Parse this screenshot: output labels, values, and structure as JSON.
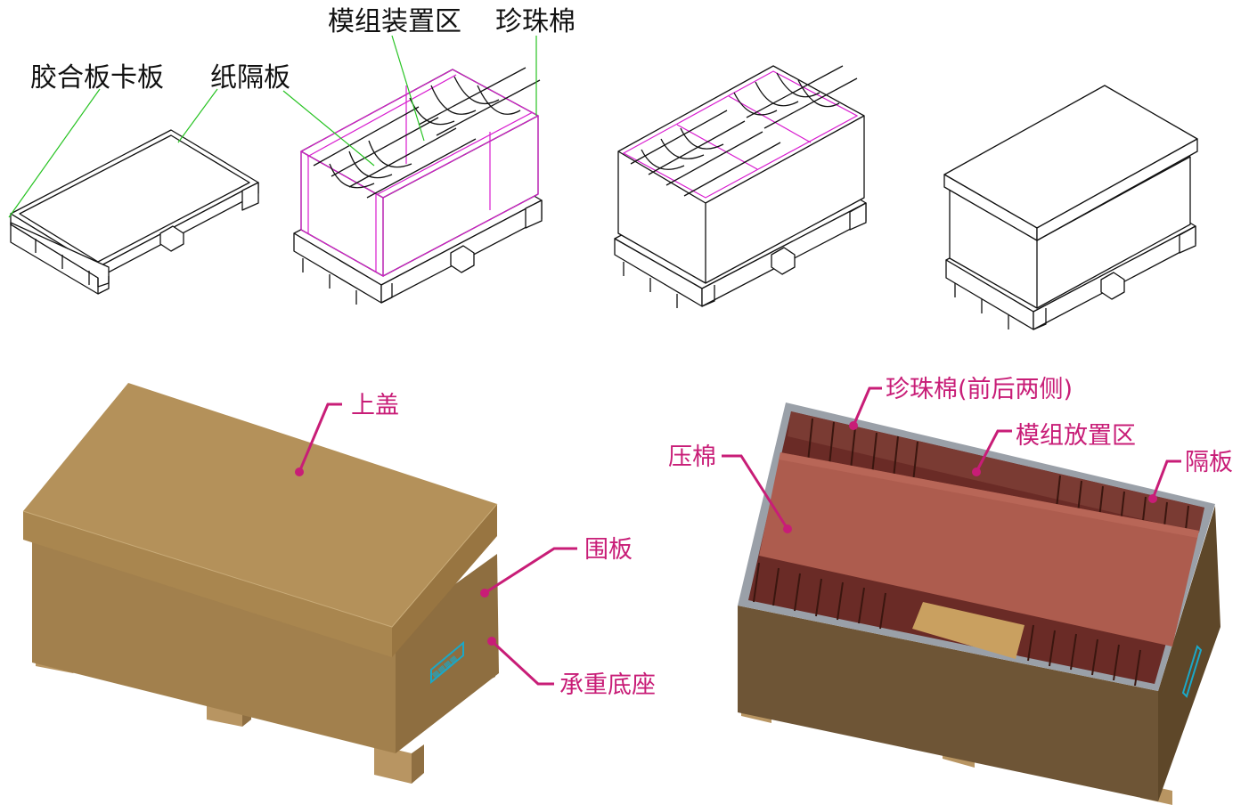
{
  "top_labels": {
    "plywood_card": "胶合板卡板",
    "paper_divider": "纸隔板",
    "module_area": "模组装置区",
    "pearl_foam": "珍珠棉"
  },
  "bottom_left_labels": {
    "lid": "上盖",
    "enclosure": "围板",
    "base": "承重底座"
  },
  "bottom_right_labels": {
    "pearl_foam_sides": "珍珠棉(前后两侧)",
    "module_area": "模组放置区",
    "press_foam": "压棉",
    "divider": "隔板"
  },
  "colors": {
    "cardboard_top": "#b4915a",
    "cardboard_side": "#9e7b4a",
    "cardboard_dark": "#6e5536",
    "foam_red": "#ad5c4e",
    "accent_magenta": "#c81d77",
    "wire_magenta": "#d81ccf",
    "leader_green": "#27c322",
    "logo_cyan": "#1aa8c8"
  }
}
